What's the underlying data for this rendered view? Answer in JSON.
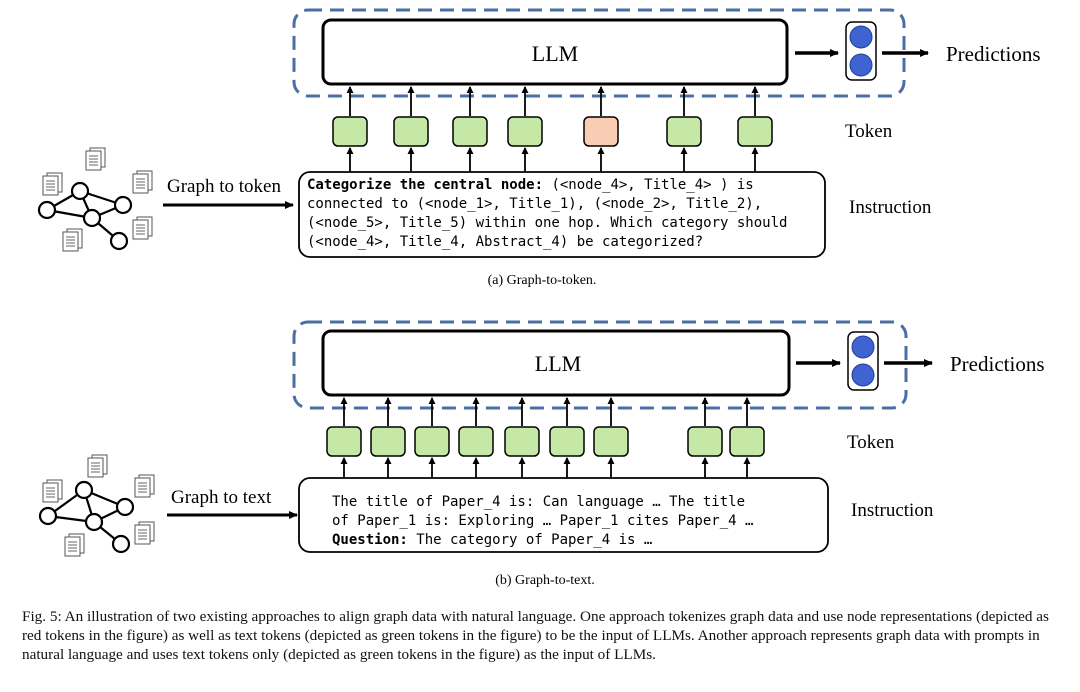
{
  "panel_a": {
    "llm_label": "LLM",
    "predictions_label": "Predictions",
    "token_label": "Token",
    "instruction_label": "Instruction",
    "arrow_label": "Graph to token",
    "instruction_bold": "Categorize the central node:",
    "instruction_line1": " (<node_4>, Title_4> ) is",
    "instruction_line2": "connected to (<node_1>, Title_1), (<node_2>, Title_2),",
    "instruction_line3": "(<node_5>, Title_5) within one hop. Which category should",
    "instruction_line4": "(<node_4>, Title_4, Abstract_4) be categorized?",
    "subcaption": "(a)  Graph-to-token.",
    "tokens": [
      "text",
      "text",
      "text",
      "text",
      "node",
      "text",
      "text"
    ]
  },
  "panel_b": {
    "llm_label": "LLM",
    "predictions_label": "Predictions",
    "token_label": "Token",
    "instruction_label": "Instruction",
    "arrow_label": "Graph to text",
    "instruction_line1": "The title of Paper_4 is: Can language …  The title",
    "instruction_line2": "of Paper_1 is: Exploring …  Paper_1 cites Paper_4 …",
    "instruction_bold": "Question:",
    "instruction_line3": " The category of Paper_4 is …",
    "subcaption": "(b)  Graph-to-text.",
    "tokens": [
      "text",
      "text",
      "text",
      "text",
      "text",
      "text",
      "text",
      "text",
      "text"
    ]
  },
  "figure_caption": "Fig. 5: An illustration of two existing approaches to align graph data with natural language. One approach tokenizes graph data and use node representations (depicted as red tokens in the figure) as well as text tokens (depicted as green tokens in the figure) to be the input of LLMs. Another approach represents graph data with prompts in natural language and uses text tokens only (depicted as green tokens in the figure) as the input of LLMs.",
  "colors": {
    "text_token": "#c6e8a6",
    "node_token": "#f8cdb4",
    "dashed_border": "#4a6fa5",
    "prediction_dot": "#3f63d0"
  }
}
